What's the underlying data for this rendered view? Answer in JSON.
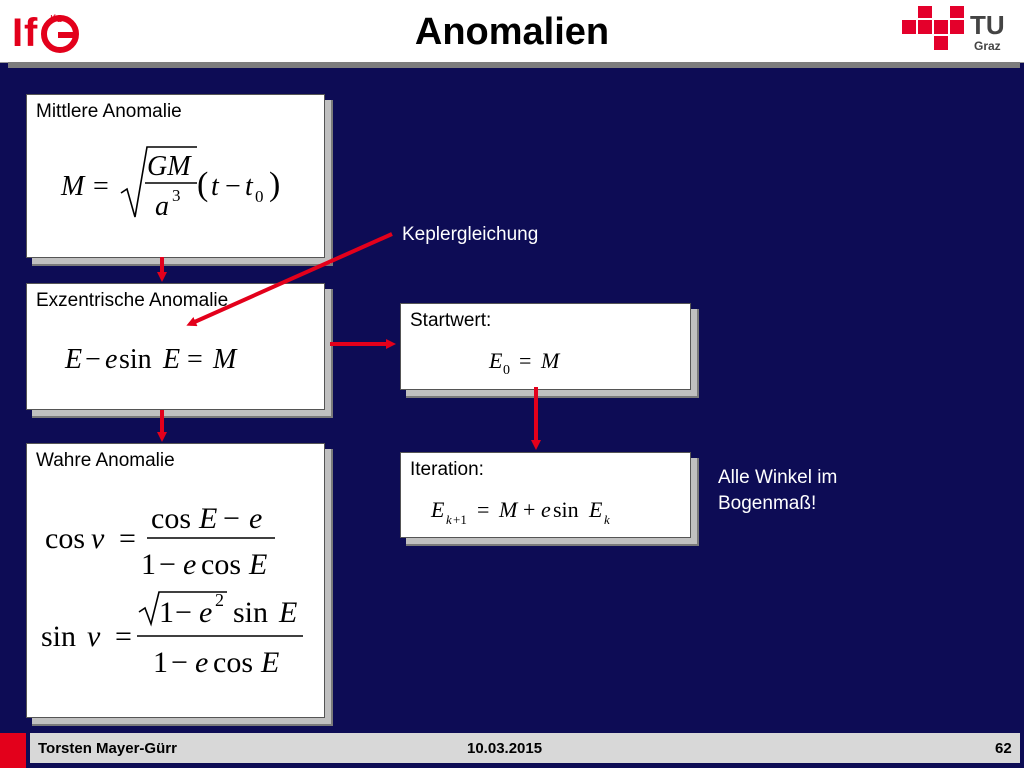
{
  "header": {
    "title": "Anomalien",
    "logo_left": "IfG",
    "logo_right_main": "TU",
    "logo_right_sub": "Graz"
  },
  "boxes": {
    "mittlere": {
      "label": "Mittlere Anomalie",
      "formula": "M = √(GM/a³)(t − t0)"
    },
    "exzentrische": {
      "label": "Exzentrische Anomalie",
      "formula": "E − e sin E = M"
    },
    "wahre": {
      "label": "Wahre Anomalie",
      "formula_cos": "cos ν = (cos E − e)/(1 − e cos E)",
      "formula_sin": "sin ν = √(1 − e²) sin E/(1 − e cos E)"
    },
    "startwert": {
      "label": "Startwert:",
      "formula": "E0 = M"
    },
    "iteration": {
      "label": "Iteration:",
      "formula": "Ek+1 = M + e sin Ek"
    }
  },
  "notes": {
    "kepler": "Keplergleichung",
    "winkel_line1": "Alle Winkel im",
    "winkel_line2": "Bogenmaß!"
  },
  "footer": {
    "author": "Torsten Mayer-Gürr",
    "date": "10.03.2015",
    "page": "62"
  },
  "colors": {
    "background": "#0d0c55",
    "arrow": "#e3001b",
    "tu_red": "#e4002b"
  }
}
